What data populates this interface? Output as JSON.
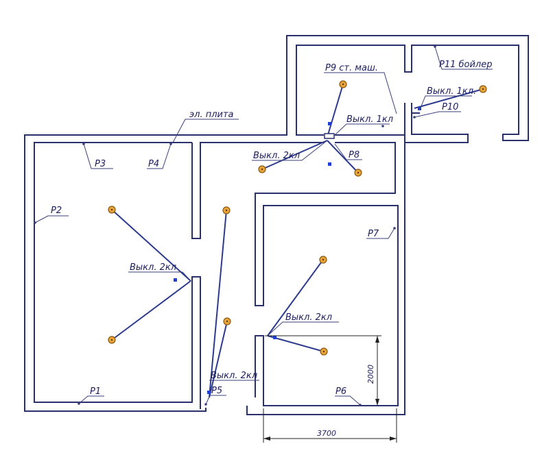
{
  "labels": {
    "el_stove": "эл. плита",
    "p1": "Р1",
    "p2": "Р2",
    "p3": "Р3",
    "p4": "Р4",
    "p5": "Р5",
    "p6": "Р6",
    "p7": "Р7",
    "p8": "Р8",
    "p9": "Р9 ст. маш.",
    "p10": "Р10",
    "p11": "Р11 бойлер",
    "sw_living": "Выкл. 2кл",
    "sw_hall": "Выкл. 2кл",
    "sw_kitchen": "Выкл. 2кл",
    "sw_bath": "Выкл. 1кл",
    "sw_boiler": "Выкл. 1кл.",
    "sw_room2": "Выкл. 2кл"
  },
  "dimensions": {
    "width": "3700",
    "height": "2000"
  },
  "colors": {
    "wall": "#2a2f6e",
    "wire": "#2b3a8c",
    "lamp": "#e8a43a",
    "switch": "#1f3fd6"
  }
}
